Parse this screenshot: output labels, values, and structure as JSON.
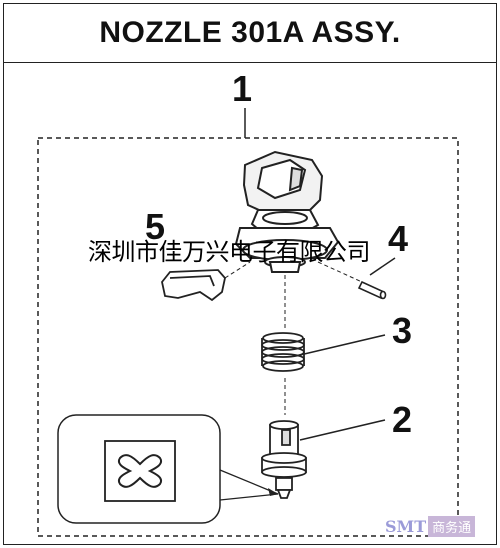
{
  "title": "NOZZLE 301A ASSY.",
  "assembly_number": "1",
  "parts": [
    {
      "number": "2"
    },
    {
      "number": "3"
    },
    {
      "number": "4"
    },
    {
      "number": "5"
    }
  ],
  "overlay_text": "深圳市佳万兴电子有限公司",
  "watermark": {
    "smt": "SMT",
    "label": "商务通"
  },
  "colors": {
    "line": "#222222",
    "fill": "#ffffff",
    "shade": "#e8e8e8"
  }
}
